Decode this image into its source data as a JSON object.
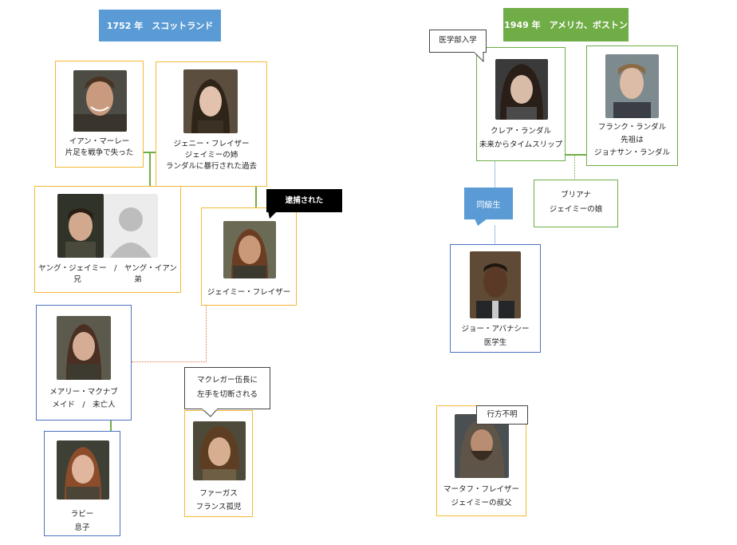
{
  "headers": {
    "scotland": "1752 年　スコットランド",
    "boston": "1949 年　アメリカ、ボストン"
  },
  "people": {
    "ian": {
      "line1": "イアン・マーレー",
      "line2": "片足を戦争で失った"
    },
    "jenny": {
      "line1": "ジェニー・フレイザー",
      "line2": "ジェイミーの姉",
      "line3": "ランダルに暴行された過去"
    },
    "young": {
      "line1": "ヤング・ジェイミー　/　ヤング・イアン",
      "line2": "兄　　　　　　　弟"
    },
    "jamie": {
      "line1": "ジェイミー・フレイザー"
    },
    "mary": {
      "line1": "メアリー・マクナブ",
      "line2": "メイド　/　未亡人"
    },
    "rabbie": {
      "line1": "ラビー",
      "line2": "息子"
    },
    "fergus": {
      "line1": "ファーガス",
      "line2": "フランス孤児"
    },
    "claire": {
      "line1": "クレア・ランダル",
      "line2": "未来からタイムスリップ"
    },
    "frank": {
      "line1": "フランク・ランダル",
      "line2": "先祖は",
      "line3": "ジョナサン・ランダル"
    },
    "brianna": {
      "line1": "ブリアナ",
      "line2": "ジェイミーの娘"
    },
    "joe": {
      "line1": "ジョー・アバナシー",
      "line2": "医学生"
    },
    "murtagh": {
      "line1": "マータフ・フレイザー",
      "line2": "ジェイミーの叔父"
    }
  },
  "callouts": {
    "arrested": "逮捕された",
    "med_school": "医学部入学",
    "classmate": "同級生",
    "fergus_line1": "マクレガー伍長に",
    "fergus_line2": "左手を切断される",
    "missing": "行方不明"
  },
  "colors": {
    "header_blue": "#5b9bd5",
    "header_green": "#70ad47",
    "border_orange": "#f5b935",
    "border_blue": "#4d72c4",
    "border_green": "#70ad47",
    "connector_orange": "#e07b39"
  }
}
